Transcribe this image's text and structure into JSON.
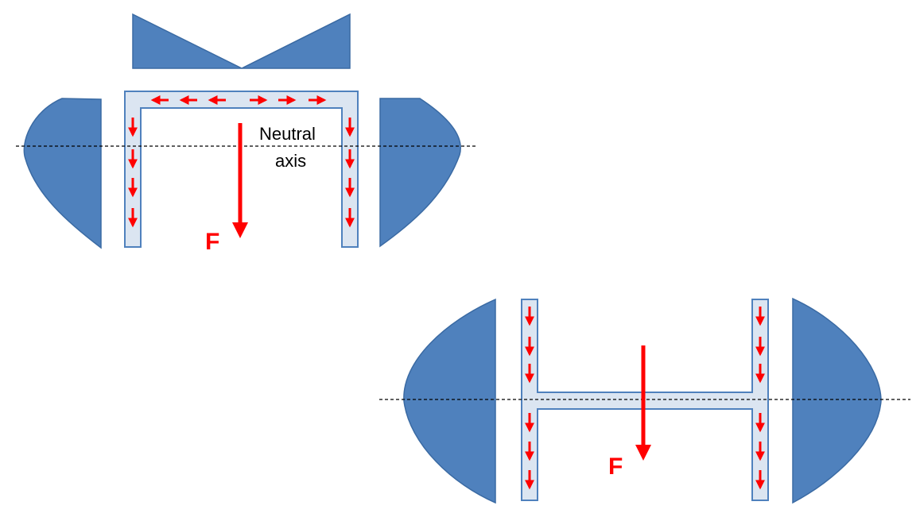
{
  "colors": {
    "stress_fill": "#4f81bd",
    "stress_stroke": "#3a6aa3",
    "section_fill": "#dbe5f1",
    "section_stroke": "#4f81bd",
    "flow_arrow": "#ff0000",
    "axis_line": "#000000"
  },
  "top_diagram": {
    "axis_label_line1": "Neutral",
    "axis_label_line2": "axis",
    "force_label": "F"
  },
  "bottom_diagram": {
    "force_label": "F"
  }
}
